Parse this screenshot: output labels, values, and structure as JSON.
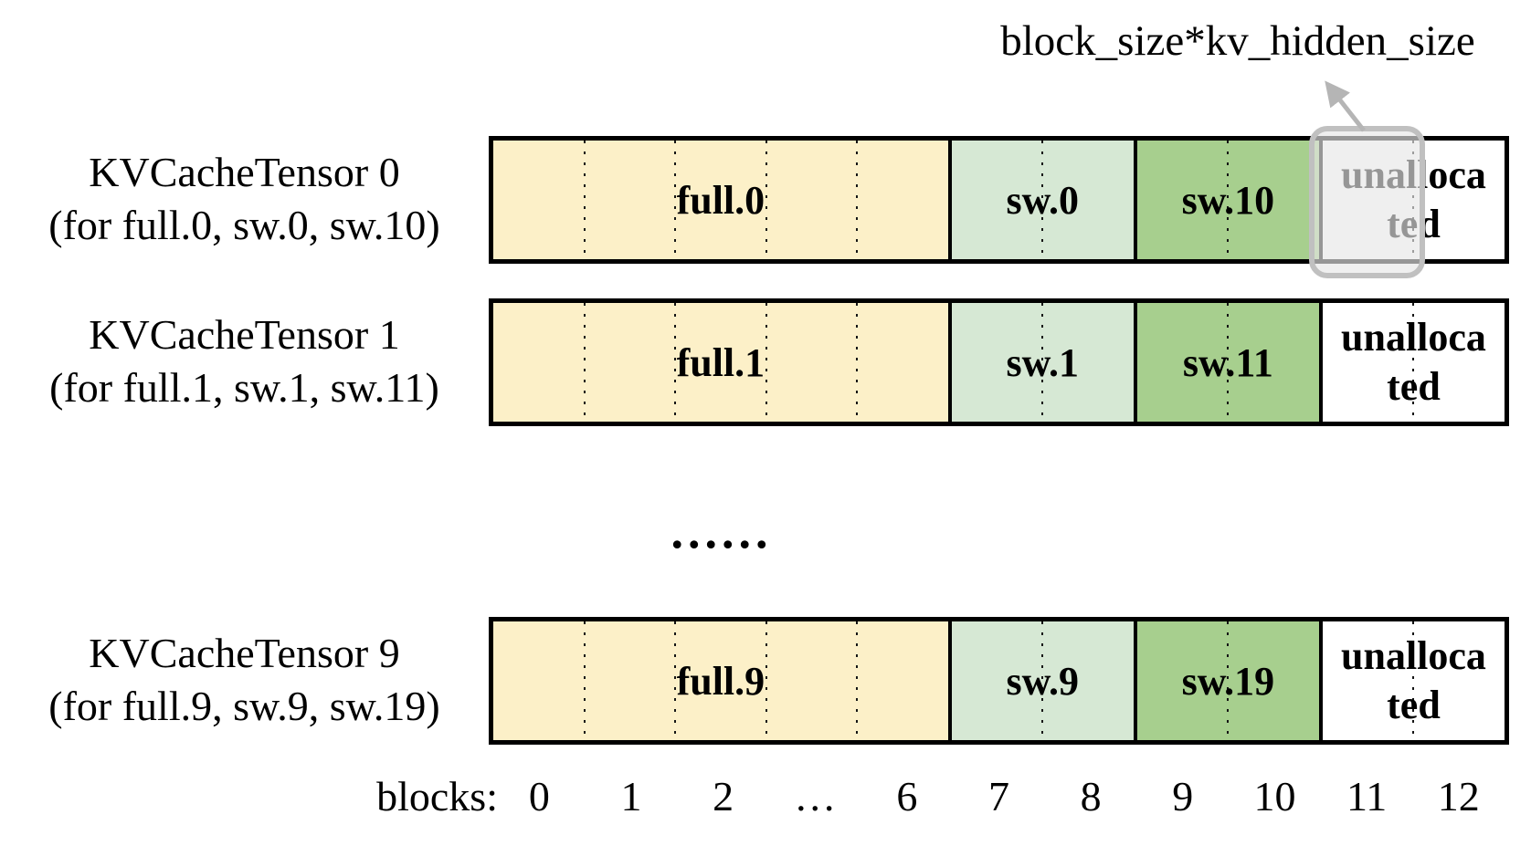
{
  "annotation": {
    "label": "block_size*kv_hidden_size"
  },
  "rows": [
    {
      "title": "KVCacheTensor 0",
      "subtitle": "(for full.0, sw.0, sw.10)",
      "full_label": "full.0",
      "sw_a_label": "sw.0",
      "sw_b_label": "sw.10",
      "unallocated_label": "unallocated",
      "highlighted": true
    },
    {
      "title": "KVCacheTensor 1",
      "subtitle": "(for full.1, sw.1, sw.11)",
      "full_label": "full.1",
      "sw_a_label": "sw.1",
      "sw_b_label": "sw.11",
      "unallocated_label": "unallocated",
      "highlighted": false
    },
    {
      "title": "KVCacheTensor 9",
      "subtitle": "(for full.9, sw.9, sw.19)",
      "full_label": "full.9",
      "sw_a_label": "sw.9",
      "sw_b_label": "sw.19",
      "unallocated_label": "unallocated",
      "highlighted": false
    }
  ],
  "ellipsis": "......",
  "axis": {
    "prefix": "blocks:",
    "labels": [
      "0",
      "1",
      "2",
      "…",
      "6",
      "7",
      "8",
      "9",
      "10",
      "11",
      "12"
    ]
  },
  "colors": {
    "full_fill": "#FCF0C8",
    "sw_light_fill": "#D6E8D4",
    "sw_dark_fill": "#A7CF8E",
    "unallocated_fill": "#FFFFFF",
    "bar_border": "#000000",
    "highlight_border": "#C0C0C0",
    "arrow": "#B5B5B5"
  }
}
